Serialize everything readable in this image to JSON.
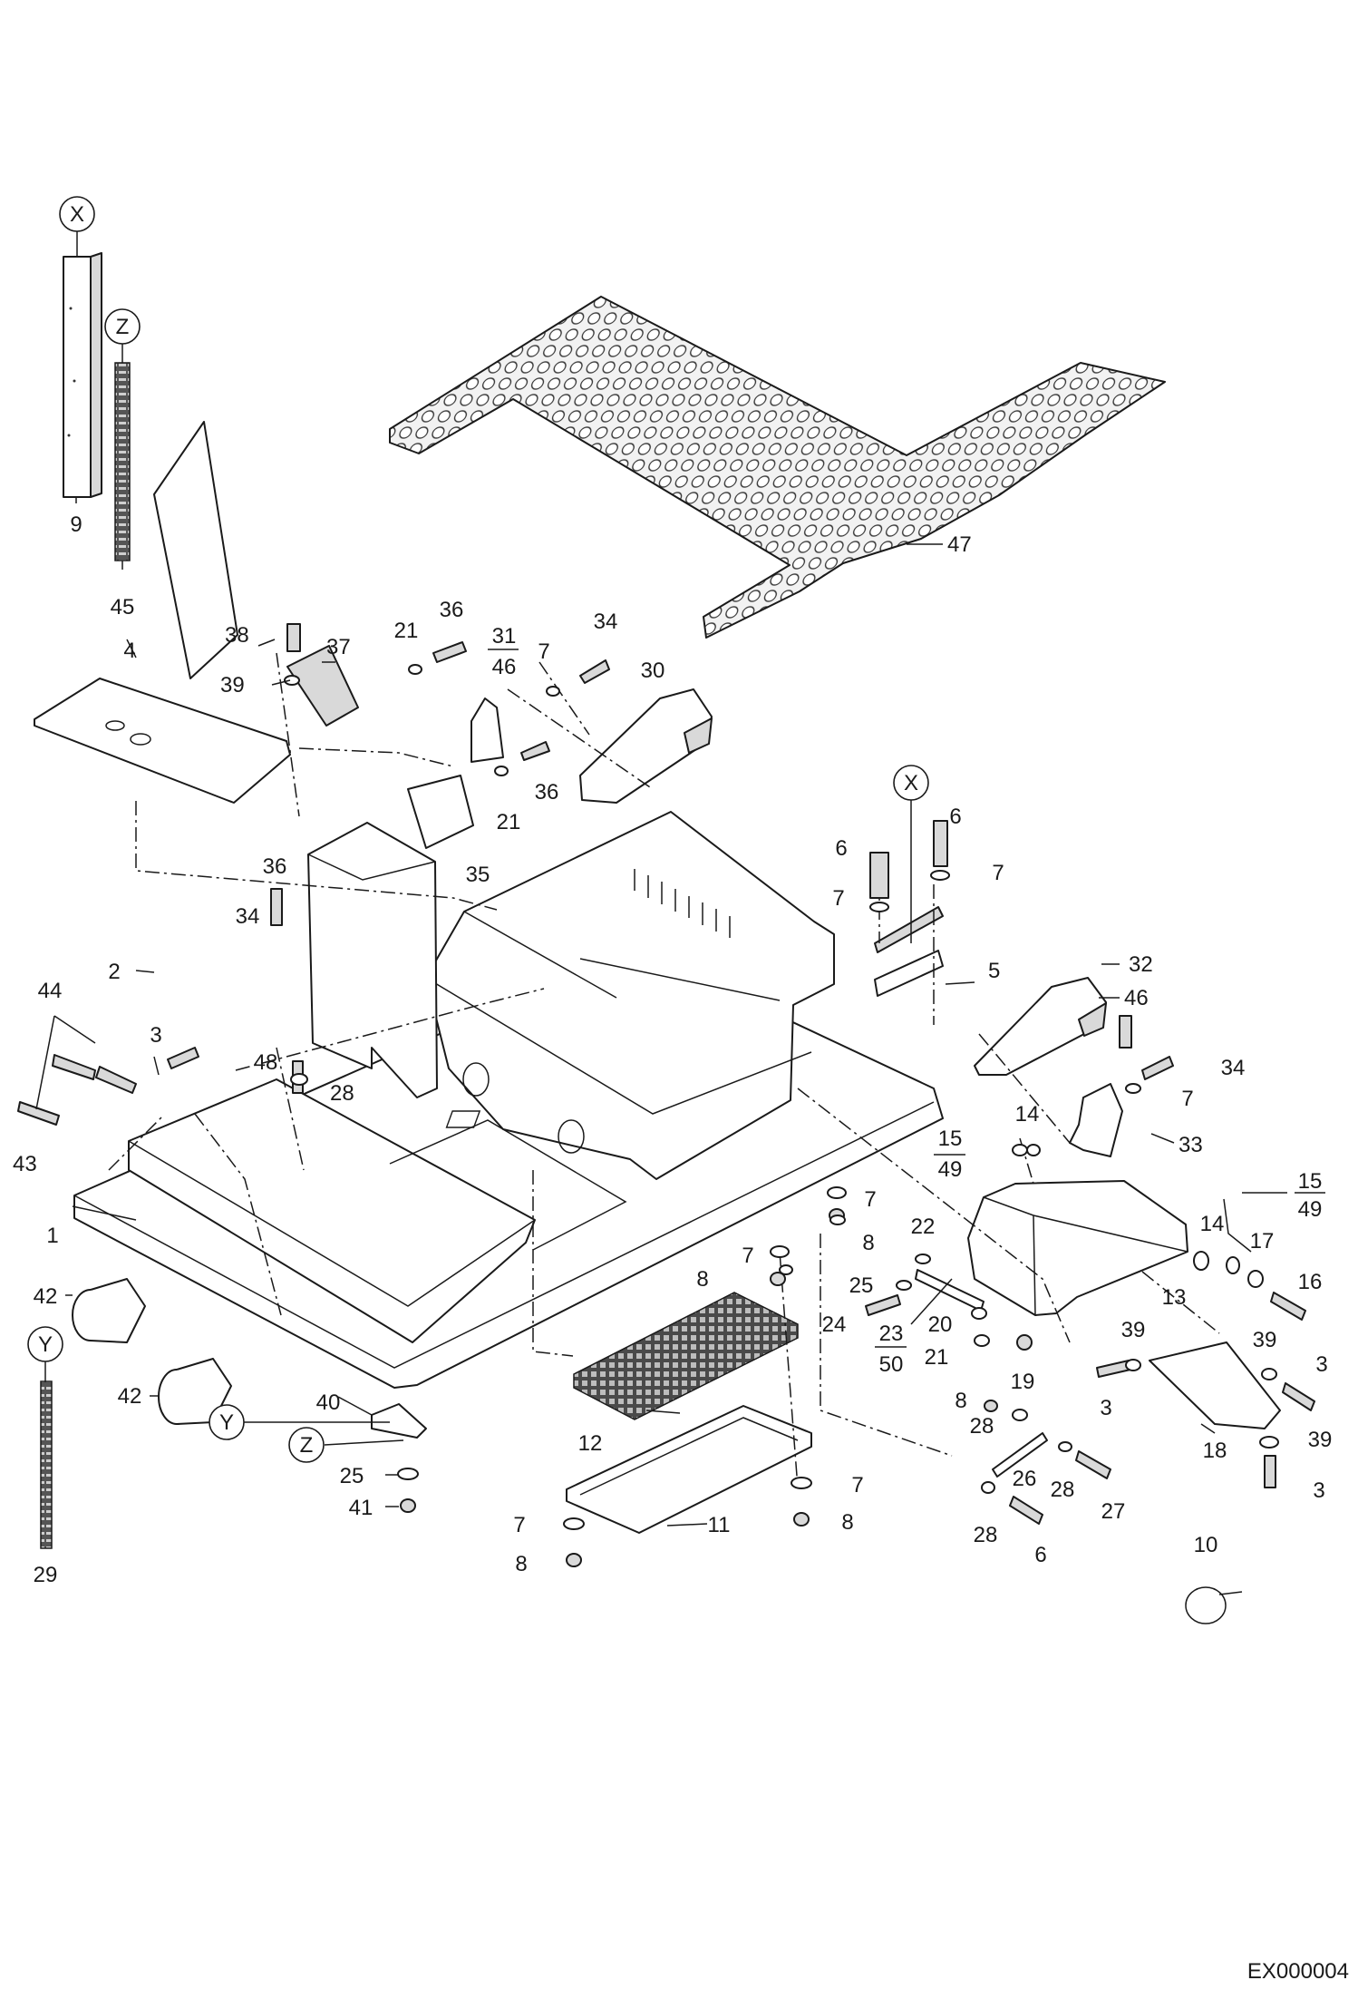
{
  "diagram": {
    "code": "EX000004",
    "callouts": {
      "c9": "9",
      "c45": "45",
      "c47": "47",
      "c38": "38",
      "c39a": "39",
      "c37": "37",
      "c21a": "21",
      "c36a": "36",
      "c31": "31",
      "c46a": "46",
      "c7a": "7",
      "c34a": "34",
      "c30": "30",
      "c4": "4",
      "c21b": "21",
      "c36b": "36",
      "c35": "35",
      "c36c": "36",
      "c2": "2",
      "c34b": "34",
      "c3a": "3",
      "c44": "44",
      "c48": "48",
      "c28a": "28",
      "c43": "43",
      "c1": "1",
      "c42a": "42",
      "c42b": "42",
      "c29": "29",
      "c40": "40",
      "c25a": "25",
      "c41": "41",
      "c6a": "6",
      "c6b": "6",
      "c7b": "7",
      "c7c": "7",
      "c5": "5",
      "c32": "32",
      "c46b": "46",
      "c34c": "34",
      "c7d": "7",
      "c14a": "14",
      "c15a": "15",
      "c49a": "49",
      "c33": "33",
      "c7e": "7",
      "c8a": "8",
      "c7f": "7",
      "c8b": "8",
      "c22": "22",
      "c25b": "25",
      "c24": "24",
      "c20": "20",
      "c21c": "21",
      "c23": "23",
      "c50": "50",
      "c19": "19",
      "c8c": "8",
      "c28b": "28",
      "c13": "13",
      "c14b": "14",
      "c17": "17",
      "c15b": "15",
      "c49b": "49",
      "c16": "16",
      "c39b": "39",
      "c39c": "39",
      "c3b": "3",
      "c3c": "3",
      "c18": "18",
      "c39d": "39",
      "c3d": "3",
      "c26": "26",
      "c28c": "28",
      "c27": "27",
      "c28d": "28",
      "c6c": "6",
      "c12": "12",
      "c7g": "7",
      "c11": "11",
      "c7h": "7",
      "c8d": "8",
      "c8e": "8",
      "c10": "10"
    },
    "refs": {
      "x_top": "X",
      "z_top": "Z",
      "x_mid": "X",
      "y_left": "Y",
      "y_bracket": "Y",
      "z_bracket": "Z"
    }
  }
}
